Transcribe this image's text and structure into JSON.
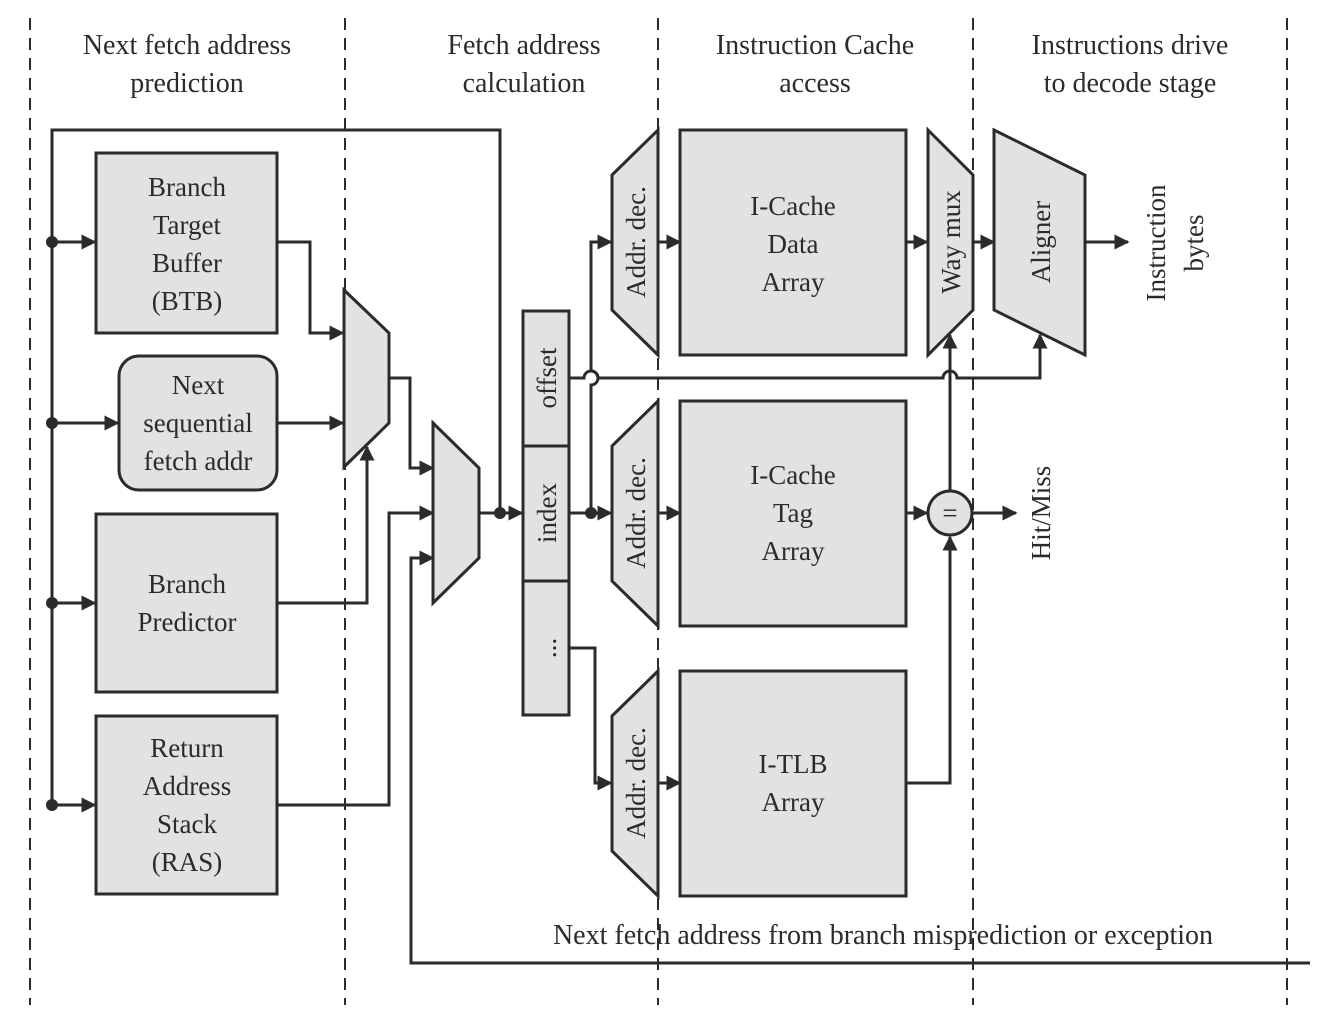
{
  "stages": {
    "s1": {
      "line1": "Next fetch address",
      "line2": "prediction"
    },
    "s2": {
      "line1": "Fetch address",
      "line2": "calculation"
    },
    "s3": {
      "line1": "Instruction Cache",
      "line2": "access"
    },
    "s4": {
      "line1": "Instructions drive",
      "line2": "to decode stage"
    }
  },
  "blocks": {
    "btb": {
      "l1": "Branch",
      "l2": "Target",
      "l3": "Buffer",
      "l4": "(BTB)"
    },
    "nseq": {
      "l1": "Next",
      "l2": "sequential",
      "l3": "fetch addr"
    },
    "bp": {
      "l1": "Branch",
      "l2": "Predictor"
    },
    "ras": {
      "l1": "Return",
      "l2": "Address",
      "l3": "Stack",
      "l4": "(RAS)"
    },
    "icdata": {
      "l1": "I-Cache",
      "l2": "Data",
      "l3": "Array"
    },
    "ictag": {
      "l1": "I-Cache",
      "l2": "Tag",
      "l3": "Array"
    },
    "itlb": {
      "l1": "I-TLB",
      "l2": "Array"
    }
  },
  "address_fields": {
    "offset": "offset",
    "index": "index",
    "rest": "..."
  },
  "decoders": {
    "label": "Addr. dec."
  },
  "way_mux": "Way mux",
  "aligner": "Aligner",
  "comparator": "=",
  "outputs": {
    "instr_l1": "Instruction",
    "instr_l2": "bytes",
    "hitmiss": "Hit/Miss"
  },
  "feedback_caption": "Next fetch address from branch misprediction or exception"
}
